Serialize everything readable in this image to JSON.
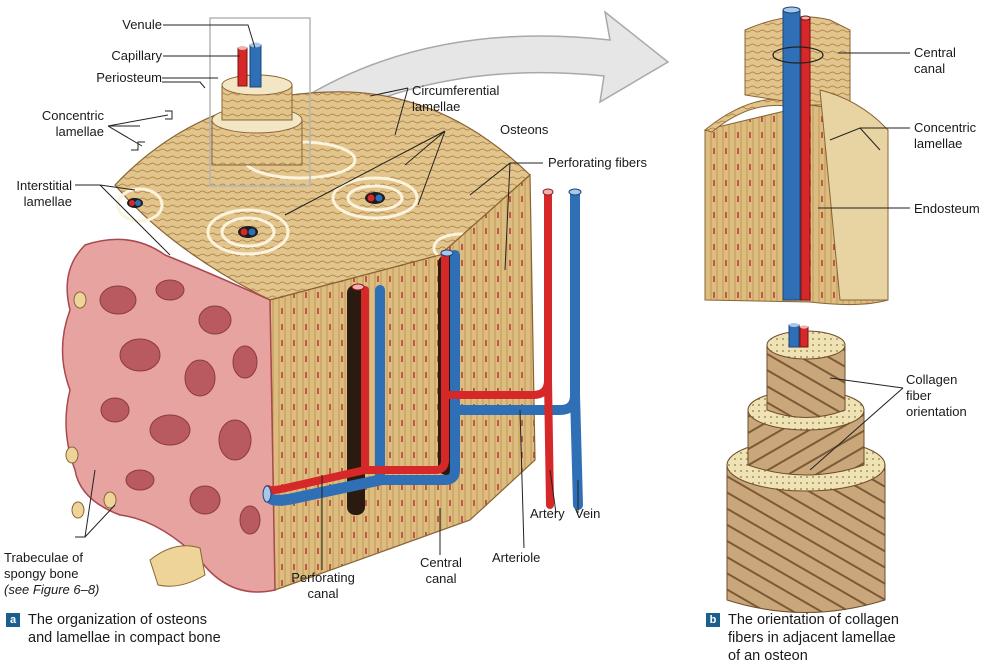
{
  "panel_a": {
    "badge": "a",
    "caption": "The organization of osteons\nand lamellae in compact bone",
    "labels": {
      "venule": "Venule",
      "capillary": "Capillary",
      "periosteum": "Periosteum",
      "concentric_lamellae": "Concentric\nlamellae",
      "interstitial_lamellae": "Interstitial\nlamellae",
      "circumferential_lamellae": "Circumferential\nlamellae",
      "osteons": "Osteons",
      "perforating_fibers": "Perforating fibers",
      "trabeculae": "Trabeculae of\nspongy bone",
      "see_figure": "(see Figure 6–8)",
      "perforating_canal": "Perforating\ncanal",
      "central_canal": "Central\ncanal",
      "arteriole": "Arteriole",
      "artery": "Artery",
      "vein": "Vein"
    }
  },
  "panel_b": {
    "badge": "b",
    "caption": "The orientation of collagen\nfibers in adjacent lamellae\nof an osteon",
    "labels": {
      "central_canal": "Central\ncanal",
      "concentric_lamellae": "Concentric\nlamellae",
      "endosteum": "Endosteum",
      "collagen_fiber_orientation": "Collagen\nfiber\norientation"
    }
  },
  "colors": {
    "bone_tan": "#e2c58c",
    "bone_light": "#f3e6c4",
    "bone_dark": "#b48a4a",
    "spongy_pink": "#e6a3a0",
    "spongy_dark": "#b85a5e",
    "artery_red": "#d62828",
    "vein_blue": "#2f6fb5",
    "arrow_gray": "#e3e3e3",
    "badge_blue": "#1b5f8c",
    "leader": "#222222"
  }
}
